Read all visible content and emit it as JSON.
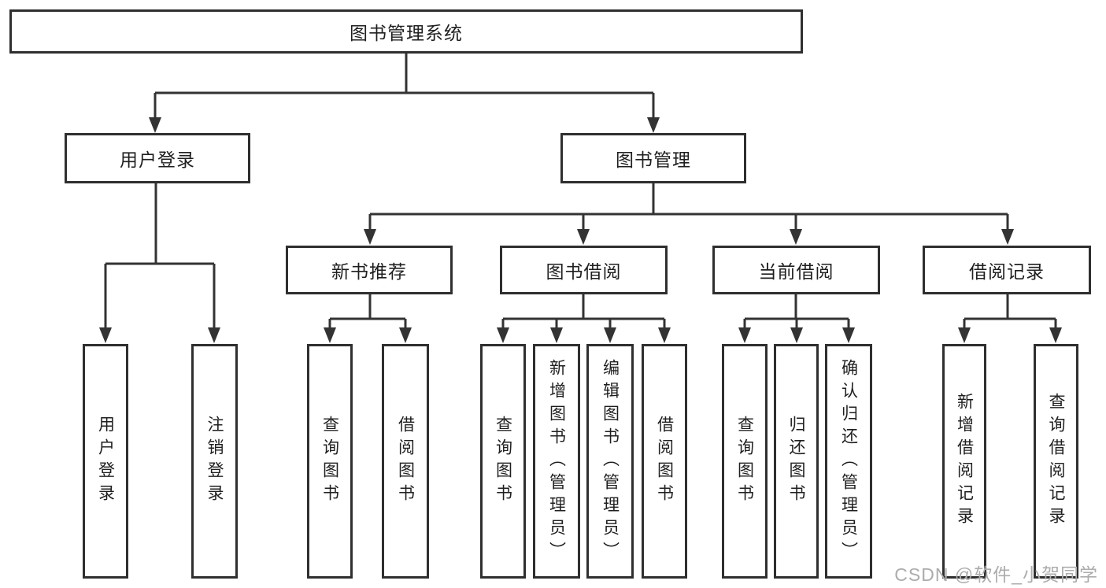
{
  "diagram": {
    "type": "tree",
    "colors": {
      "line": "#333333",
      "box_border": "#2f2f2f",
      "box_fill": "#ffffff",
      "text": "#1f1f1f",
      "watermark_text_color": "#acacac"
    },
    "tree": {
      "label": "图书管理系统",
      "children": [
        {
          "label": "用户登录",
          "children": [
            {
              "label": "用户登录"
            },
            {
              "label": "注销登录"
            }
          ]
        },
        {
          "label": "图书管理",
          "children": [
            {
              "label": "新书推荐",
              "children": [
                {
                  "label": "查询图书"
                },
                {
                  "label": "借阅图书"
                }
              ]
            },
            {
              "label": "图书借阅",
              "children": [
                {
                  "label": "查询图书"
                },
                {
                  "label": "新增图书（管理员）"
                },
                {
                  "label": "编辑图书（管理员）"
                },
                {
                  "label": "借阅图书"
                }
              ]
            },
            {
              "label": "当前借阅",
              "children": [
                {
                  "label": "查询图书"
                },
                {
                  "label": "归还图书"
                },
                {
                  "label": "确认归还（管理员）"
                }
              ]
            },
            {
              "label": "借阅记录",
              "children": [
                {
                  "label": "新增借阅记录"
                },
                {
                  "label": "查询借阅记录"
                }
              ]
            }
          ]
        }
      ]
    }
  },
  "watermark": {
    "text": "CSDN @软件_小贺同学"
  }
}
